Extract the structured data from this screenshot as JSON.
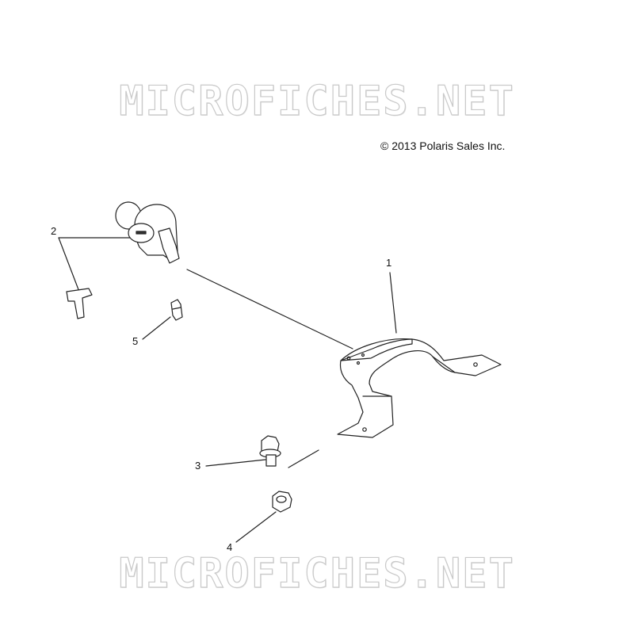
{
  "watermark": {
    "text": "MICROFICHES.NET"
  },
  "copyright": "© 2013 Polaris Sales Inc.",
  "callouts": [
    "1",
    "2",
    "3",
    "4",
    "5"
  ],
  "colors": {
    "line": "#222222",
    "watermark": "#c9c9c9",
    "background": "#ffffff"
  }
}
